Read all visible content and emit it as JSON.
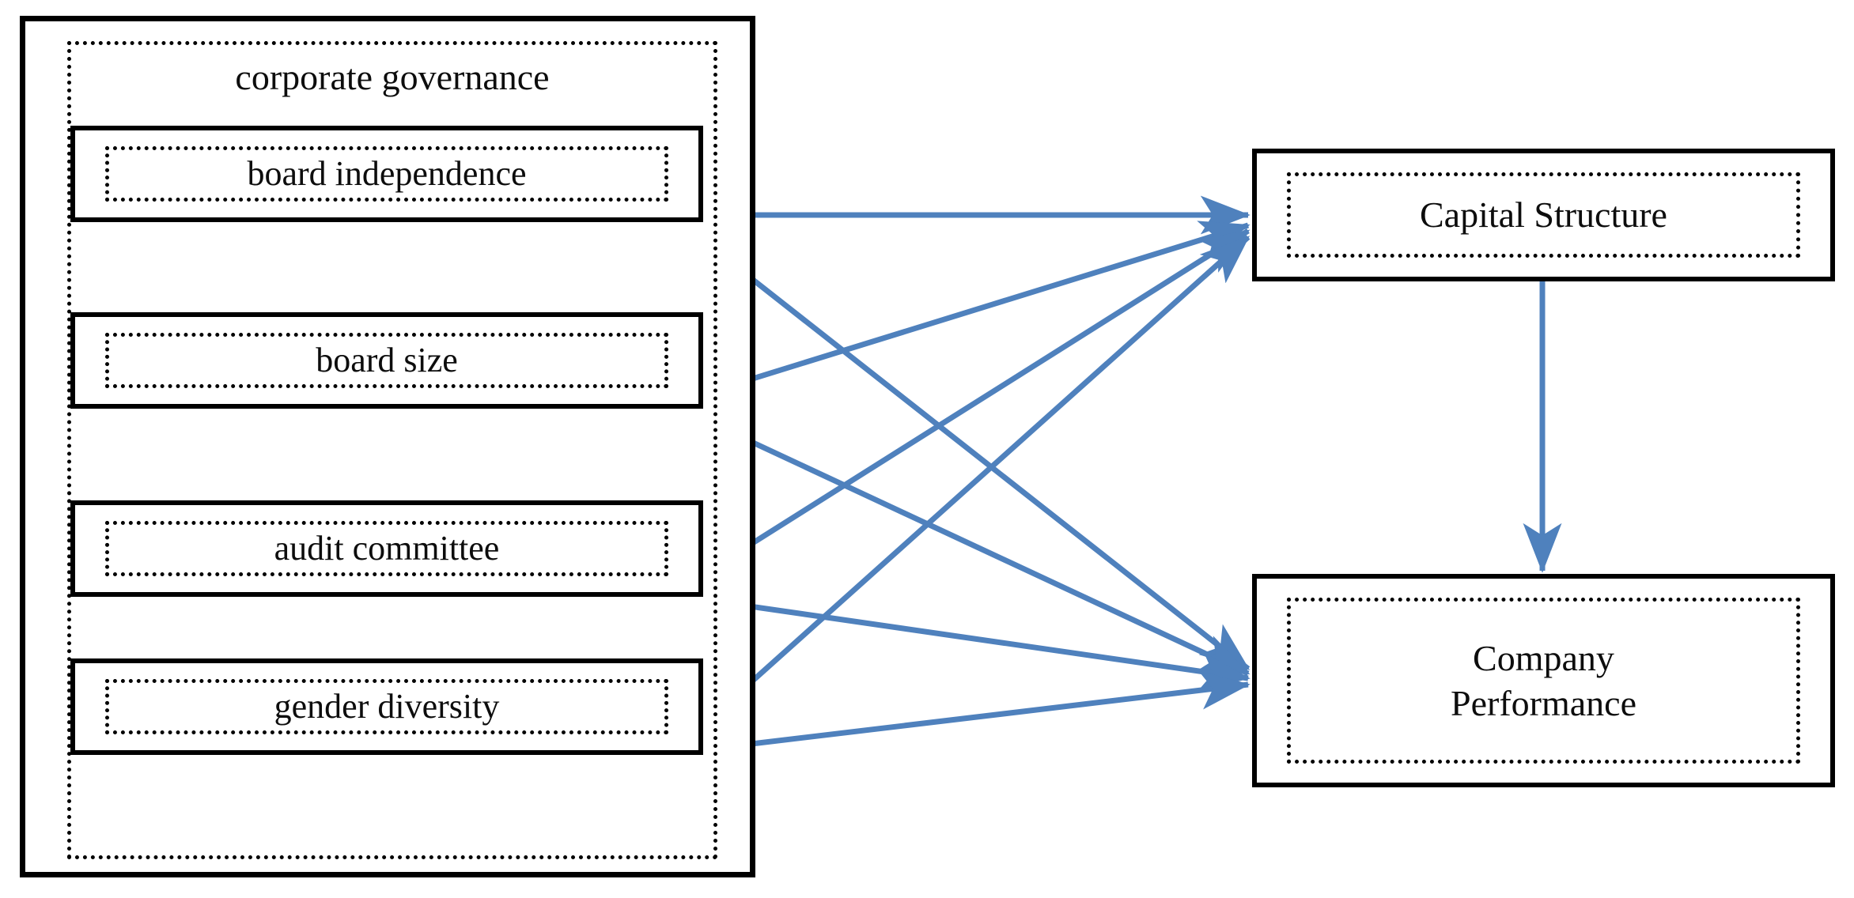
{
  "diagram": {
    "title": "Corporate governance conceptual framework",
    "type": "conceptual-framework",
    "background_color": "#ffffff",
    "box_border_color": "#000000",
    "text_color": "#0d0d0d",
    "arrow_color": "#4f81bd"
  },
  "governance": {
    "title": "corporate governance",
    "drivers": [
      {
        "id": "board-independence",
        "label": "board independence"
      },
      {
        "id": "board-size",
        "label": "board size"
      },
      {
        "id": "audit-committee",
        "label": "audit committee"
      },
      {
        "id": "gender-diversity",
        "label": "gender  diversity"
      }
    ]
  },
  "outcomes": {
    "capital_structure": {
      "id": "capital-structure",
      "label": "Capital Structure"
    },
    "company_performance": {
      "id": "company-performance",
      "label": "Company\nPerformance"
    }
  },
  "connections": [
    {
      "from": "board-independence",
      "to": "capital-structure"
    },
    {
      "from": "board-size",
      "to": "capital-structure"
    },
    {
      "from": "audit-committee",
      "to": "capital-structure"
    },
    {
      "from": "gender-diversity",
      "to": "capital-structure"
    },
    {
      "from": "board-independence",
      "to": "company-performance"
    },
    {
      "from": "board-size",
      "to": "company-performance"
    },
    {
      "from": "audit-committee",
      "to": "company-performance"
    },
    {
      "from": "gender-diversity",
      "to": "company-performance"
    },
    {
      "from": "capital-structure",
      "to": "company-performance"
    }
  ]
}
